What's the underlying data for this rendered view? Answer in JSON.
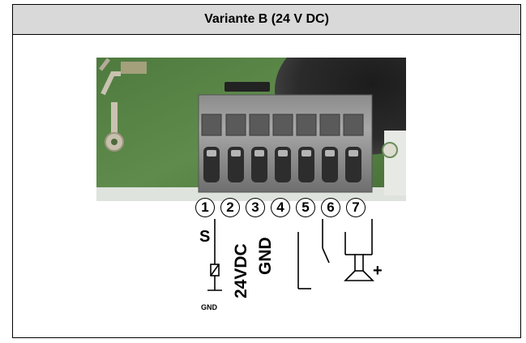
{
  "header": {
    "title": "Variante B (24 V DC)"
  },
  "terminals": [
    "1",
    "2",
    "3",
    "4",
    "5",
    "6",
    "7"
  ],
  "labels": {
    "signal": "S",
    "relay_ground": "GND",
    "supply": "24VDC",
    "ground": "GND",
    "speaker_plus": "+"
  }
}
